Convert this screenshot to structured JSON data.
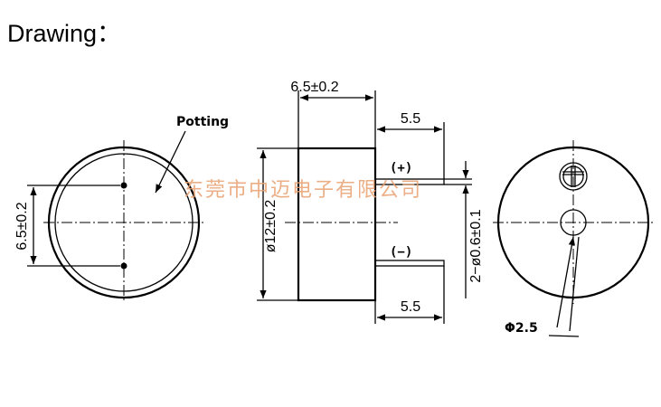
{
  "title": "Drawing：",
  "watermark": "东莞市中迈电子有限公司",
  "front_view": {
    "callout": "Potting",
    "pin_spacing": "6.5±0.2"
  },
  "side_view": {
    "body_length": "6.5±0.2",
    "diameter": "ø12±0.2",
    "pin_length_top": "5.5",
    "pin_length_bottom": "5.5",
    "pin_diameter": "2−ø0.6±0.1",
    "positive_label": "(+)",
    "negative_label": "(−)"
  },
  "back_view": {
    "hole_diameter": "Φ2.5"
  }
}
